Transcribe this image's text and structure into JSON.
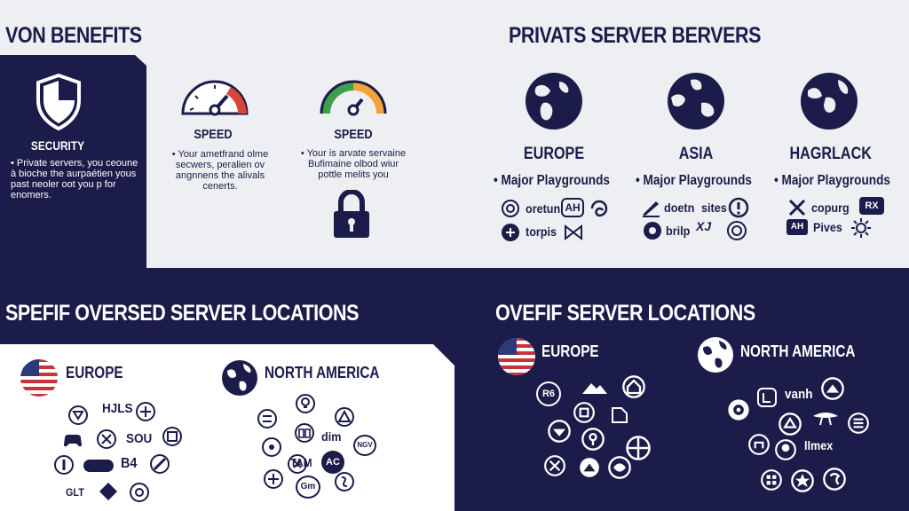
{
  "top_left": {
    "title": "VON BENEFITS",
    "security": {
      "label": "SECURITY",
      "text": "• Private servers, you ceoune à bioche the aurpaétien yous past neoler oot you p for enomers."
    },
    "speed1": {
      "label": "SPEED",
      "text": "• Your ametfrand olme secwers, peralien ov angnnens the alivals cenerts."
    },
    "speed2": {
      "label": "SPEED",
      "text": "• Your is arvate servaine Bufimaine olbod wiur pottle melits you"
    }
  },
  "top_right": {
    "title": "PRIVATS SERVER BERVERS",
    "regions": [
      {
        "name": "EUROPE",
        "bullet": "• Major Playgrounds",
        "items": [
          "oretun",
          "AH",
          "torpis"
        ]
      },
      {
        "name": "ASIA",
        "bullet": "• Major Playgrounds",
        "items": [
          "doetn",
          "sites",
          "brilp",
          "XJ"
        ]
      },
      {
        "name": "HAGRLACK",
        "bullet": "• Major Playgrounds",
        "items": [
          "copurg",
          "RX",
          "Pives",
          "AH"
        ]
      }
    ]
  },
  "bottom_left": {
    "title": "SPEFIF OVERSED SERVER LOCATIONS",
    "europe": {
      "label": "EUROPE",
      "texts": [
        "HJLS",
        "SOU",
        "B4",
        "GLT"
      ]
    },
    "north_america": {
      "label": "NORTH AMERICA",
      "texts": [
        "dim",
        "NGV",
        "TAM",
        "AC",
        "Gm"
      ]
    }
  },
  "bottom_right": {
    "title": "OVEFIF SERVER LOCATIONS",
    "europe": {
      "label": "EUROPE",
      "texts": [
        "R6"
      ]
    },
    "north_america": {
      "label": "NORTH AMERICA",
      "texts": [
        "vanh",
        "llmex"
      ]
    }
  },
  "colors": {
    "navy": "#1b1c4a",
    "light": "#eeeff2",
    "speed_red": "#d6453a",
    "speed_green": "#3aa04a",
    "speed_orange": "#f2a33a",
    "flag_red": "#c8323a",
    "flag_blue": "#2c3a7a"
  }
}
